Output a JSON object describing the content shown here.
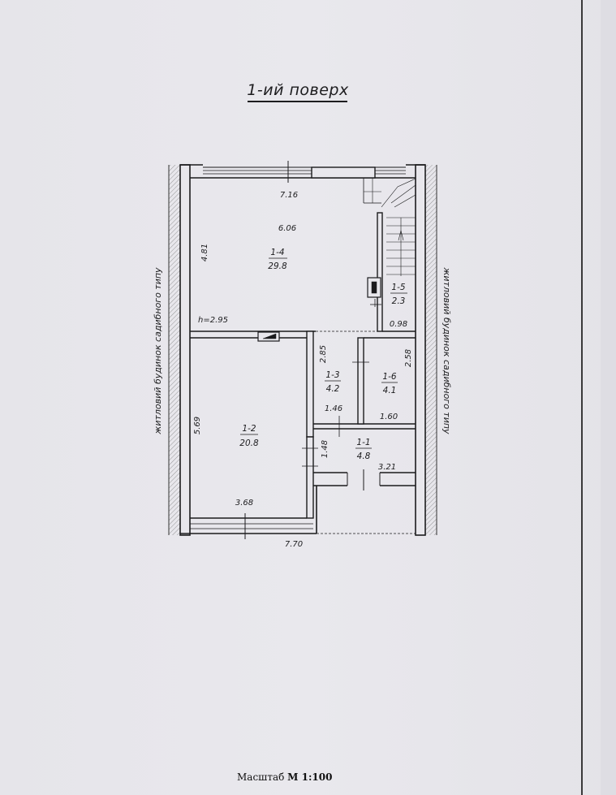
{
  "title": "1-ий поверх",
  "scale": {
    "label": "Масштаб",
    "value": "М 1:100"
  },
  "neighbors": {
    "left": "житловий будинок садибного типу",
    "right": "житловий будинок садибного типу"
  },
  "rooms": [
    {
      "id": "1-4",
      "area": "29.8"
    },
    {
      "id": "1-5",
      "area": "2.3"
    },
    {
      "id": "1-2",
      "area": "20.8"
    },
    {
      "id": "1-3",
      "area": "4.2"
    },
    {
      "id": "1-6",
      "area": "4.1"
    },
    {
      "id": "1-1",
      "area": "4.8"
    }
  ],
  "dimensions": {
    "top_width": "7.16",
    "room14_width": "6.06",
    "room14_depth": "4.81",
    "ceiling_height": "h=2.95",
    "room15_width": "0.98",
    "room13_depth": "2.85",
    "room16_depth": "2.58",
    "room16_width": "1.60",
    "room13_width": "1.46",
    "room12_depth": "5.69",
    "room11_depth": "1.48",
    "room11_width": "3.21",
    "room12_width": "3.68",
    "total_width": "7.70"
  }
}
